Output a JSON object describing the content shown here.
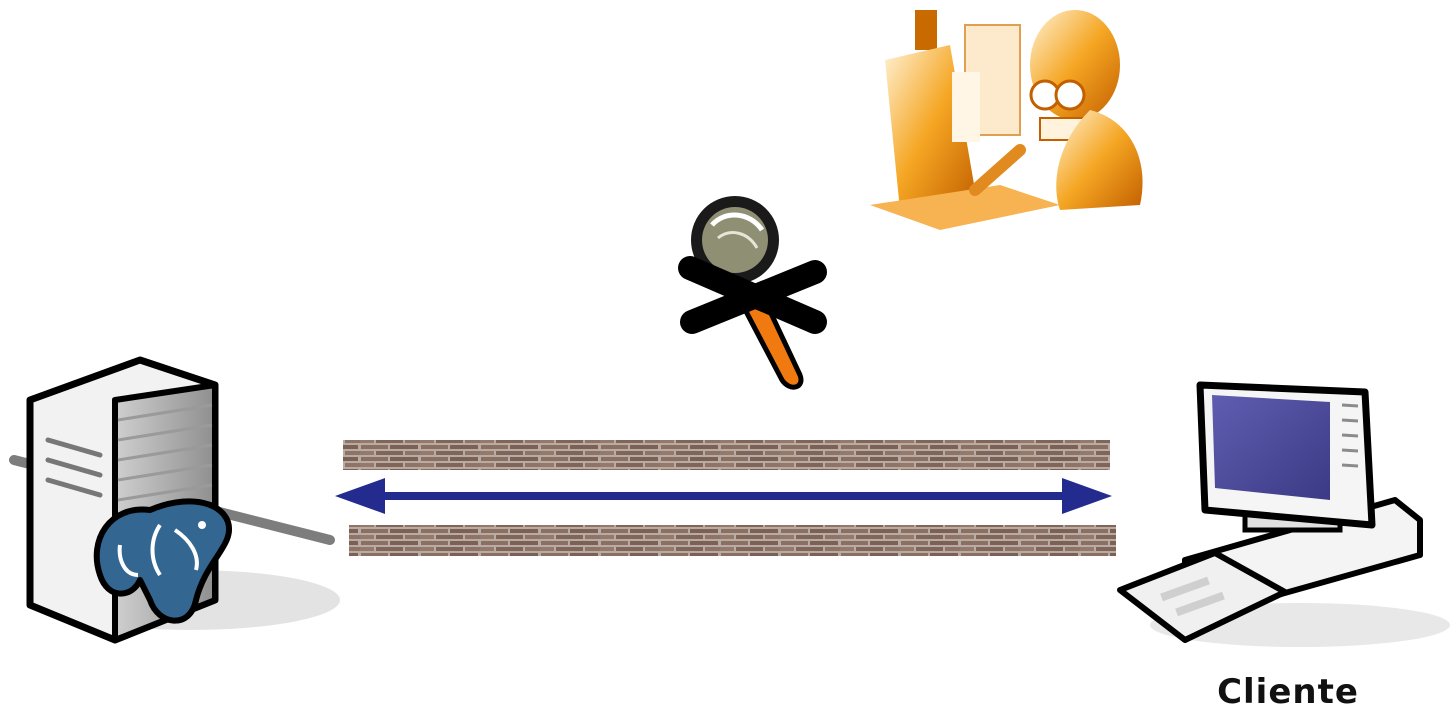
{
  "diagram": {
    "client_label": "Cliente",
    "icons": {
      "server": "database-server-icon",
      "database": "postgresql-elephant-icon",
      "client": "desktop-computer-icon",
      "hacker": "hacker-at-computer-icon",
      "sniffer": "magnifying-glass-icon",
      "blocked": "x-mark-icon",
      "tunnel": "brick-wall-tunnel",
      "connection": "double-headed-arrow"
    },
    "colors": {
      "arrow": "#232b8f",
      "brick": "#8a6f63",
      "mortar": "#b9aba3",
      "elephant": "#336791",
      "hacker": "#f29a1e",
      "lens_handle": "#f07a10",
      "screen": "#4b4a9a"
    }
  }
}
